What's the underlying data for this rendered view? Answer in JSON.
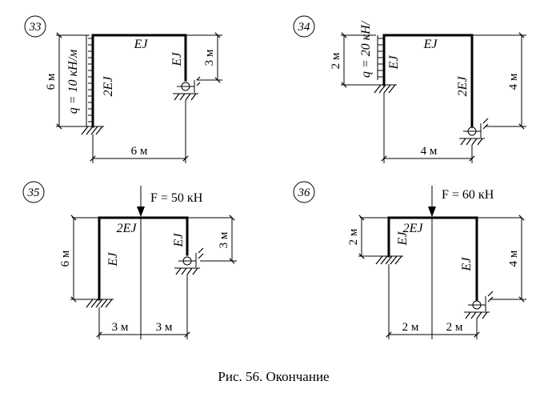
{
  "caption": "Рис. 56. Окончание",
  "panels": [
    {
      "number": "33",
      "rigidity_beam": "EJ",
      "rigidity_left_column": "2EJ",
      "rigidity_right_column": "EJ",
      "load": "q = 10 кН/м",
      "dim_height_left": "6 м",
      "dim_height_right": "3 м",
      "dim_span": "6 м"
    },
    {
      "number": "34",
      "rigidity_beam": "EJ",
      "rigidity_left_column": "EJ",
      "rigidity_right_column": "2EJ",
      "load": "q = 20 кН/",
      "dim_height_left": "2 м",
      "dim_height_right": "4 м",
      "dim_span": "4 м"
    },
    {
      "number": "35",
      "force": "F = 50 кН",
      "rigidity_beam": "2EJ",
      "rigidity_left_column": "EJ",
      "rigidity_right_column": "EJ",
      "dim_height_left": "6 м",
      "dim_height_right": "3 м",
      "dim_span_left": "3 м",
      "dim_span_right": "3 м"
    },
    {
      "number": "36",
      "force": "F = 60 кН",
      "rigidity_beam": "2EJ",
      "rigidity_left_column": "EJ",
      "rigidity_right_column": "EJ",
      "dim_height_left": "2 м",
      "dim_height_right": "4 м",
      "dim_span_left": "2 м",
      "dim_span_right": "2 м"
    }
  ]
}
